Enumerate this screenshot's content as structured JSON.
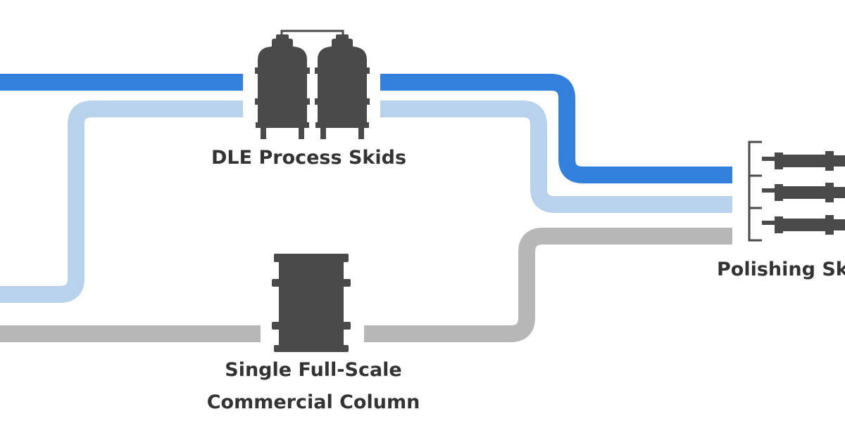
{
  "labels": {
    "dle_process_skids": "DLE Process Skids",
    "commercial_column_line1": "Single Full-Scale",
    "commercial_column_line2": "Commercial Column",
    "polishing_skids": "Polishing Sk"
  },
  "icons": {
    "dle_skids": "twin-pressure-vessels-icon",
    "column": "barrel-column-icon",
    "polishing": "tube-filter-rack-icon"
  },
  "colors": {
    "background": "#ffffff",
    "flow_dark_blue": "#3380dc",
    "flow_light_blue": "#b9d2ec",
    "flow_gray": "#b7b7b7",
    "equipment": "#4a4a4a",
    "text": "#333333"
  }
}
